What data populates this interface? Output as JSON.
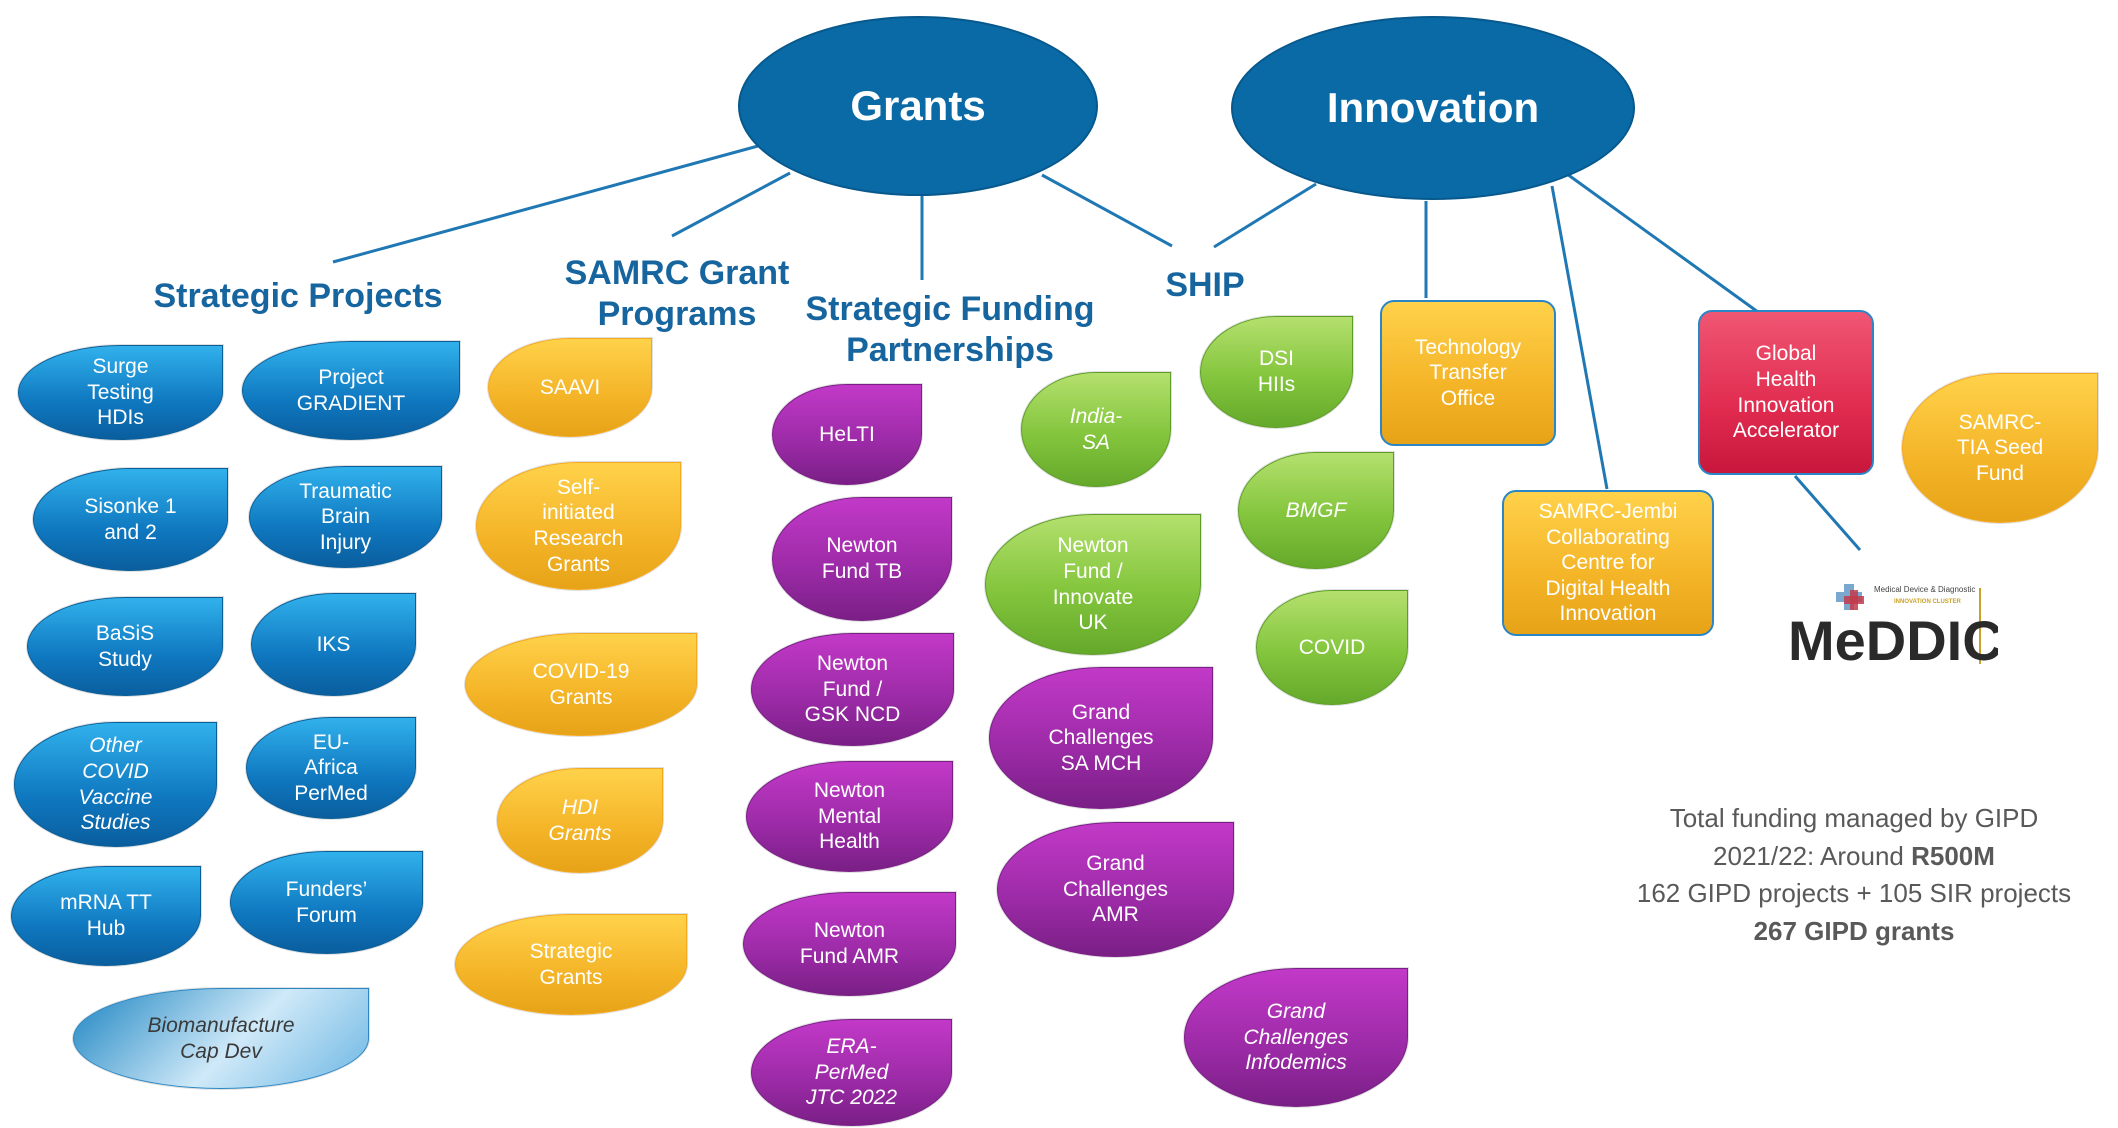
{
  "colors": {
    "hub": "#0a6aa6",
    "heading": "#17659f",
    "connector": "#1f78b4"
  },
  "hubs": {
    "grants": "Grants",
    "innovation": "Innovation"
  },
  "headings": {
    "strategic_projects": "Strategic Projects",
    "samrc_grant_programs": "SAMRC Grant\nPrograms",
    "strategic_funding": "Strategic Funding\nPartnerships",
    "ship": "SHIP"
  },
  "strategic_projects": [
    "Surge\nTesting\nHDIs",
    "Project\nGRADIENT",
    "Sisonke 1\nand 2",
    "Traumatic\nBrain\nInjury",
    "BaSiS\nStudy",
    "IKS",
    "Other\nCOVID\nVaccine\nStudies",
    "EU-\nAfrica\nPerMed",
    "mRNA TT\nHub",
    "Funders’\nForum",
    "Biomanufacture\nCap Dev"
  ],
  "grant_programs": [
    "SAAVI",
    "Self-\ninitiated\nResearch\nGrants",
    "COVID-19\nGrants",
    "HDI\nGrants",
    "Strategic\nGrants"
  ],
  "funding_partnerships": [
    "HeLTI",
    "Newton\nFund TB",
    "Newton\nFund /\nGSK NCD",
    "Newton\nMental\nHealth",
    "Newton\nFund AMR",
    "ERA-\nPerMed\nJTC 2022",
    "India-\nSA",
    "Newton\nFund /\nInnovate\nUK",
    "Grand\nChallenges\nSA MCH",
    "Grand\nChallenges\nAMR",
    "Grand\nChallenges\nInfodemics"
  ],
  "ship_items": [
    "DSI\nHIIs",
    "BMGF",
    "COVID"
  ],
  "innovation": {
    "tto": "Technology\nTransfer\nOffice",
    "jembi": "SAMRC-Jembi\nCollaborating\nCentre for\nDigital Health\nInnovation",
    "ghia": "Global\nHealth\nInnovation\nAccelerator",
    "tia": "SAMRC-\nTIA Seed\nFund"
  },
  "logo": {
    "name": "MeDDIC",
    "tagline": "Medical Device & Diagnostic",
    "subtag": "INNOVATION CLUSTER"
  },
  "summary": {
    "line1": "Total funding managed by GIPD",
    "line2_prefix": "2021/22: Around ",
    "line2_bold": "R500M",
    "line3": "162 GIPD projects + 105 SIR projects",
    "line4": "267 GIPD grants"
  }
}
